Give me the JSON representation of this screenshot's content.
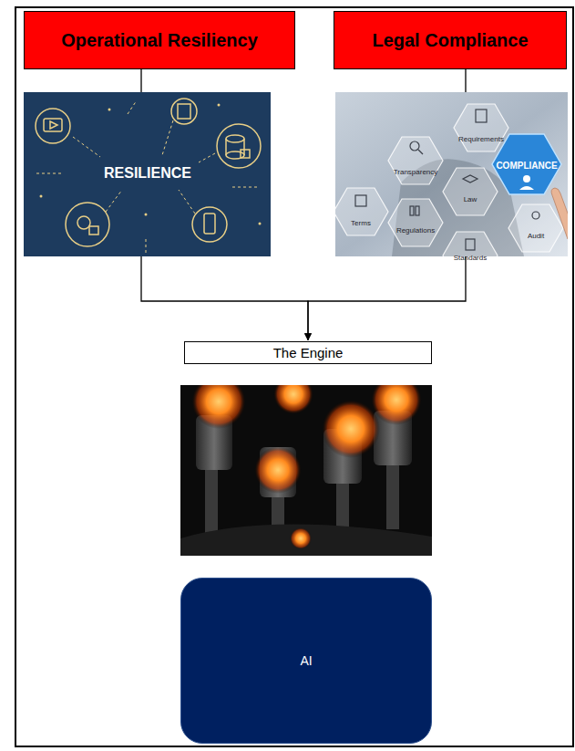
{
  "diagram": {
    "nodes": [
      {
        "text": [
          "Operational Resiliency"
        ]
      },
      {
        "text": [
          "Legal Compliance"
        ]
      },
      {
        "text": [
          "The Engine"
        ]
      },
      {
        "text": [
          "AI"
        ]
      }
    ],
    "edges": [
      {
        "from": 0,
        "to": 2,
        "arrow": "to"
      },
      {
        "from": 1,
        "to": 2,
        "arrow": "to"
      }
    ],
    "labels": [
      "RESILIENCE",
      "Terms",
      "Transparency",
      "Requirements",
      "COMPLIANCE",
      "Law",
      "Regulations",
      "Standards",
      "Audit"
    ]
  }
}
